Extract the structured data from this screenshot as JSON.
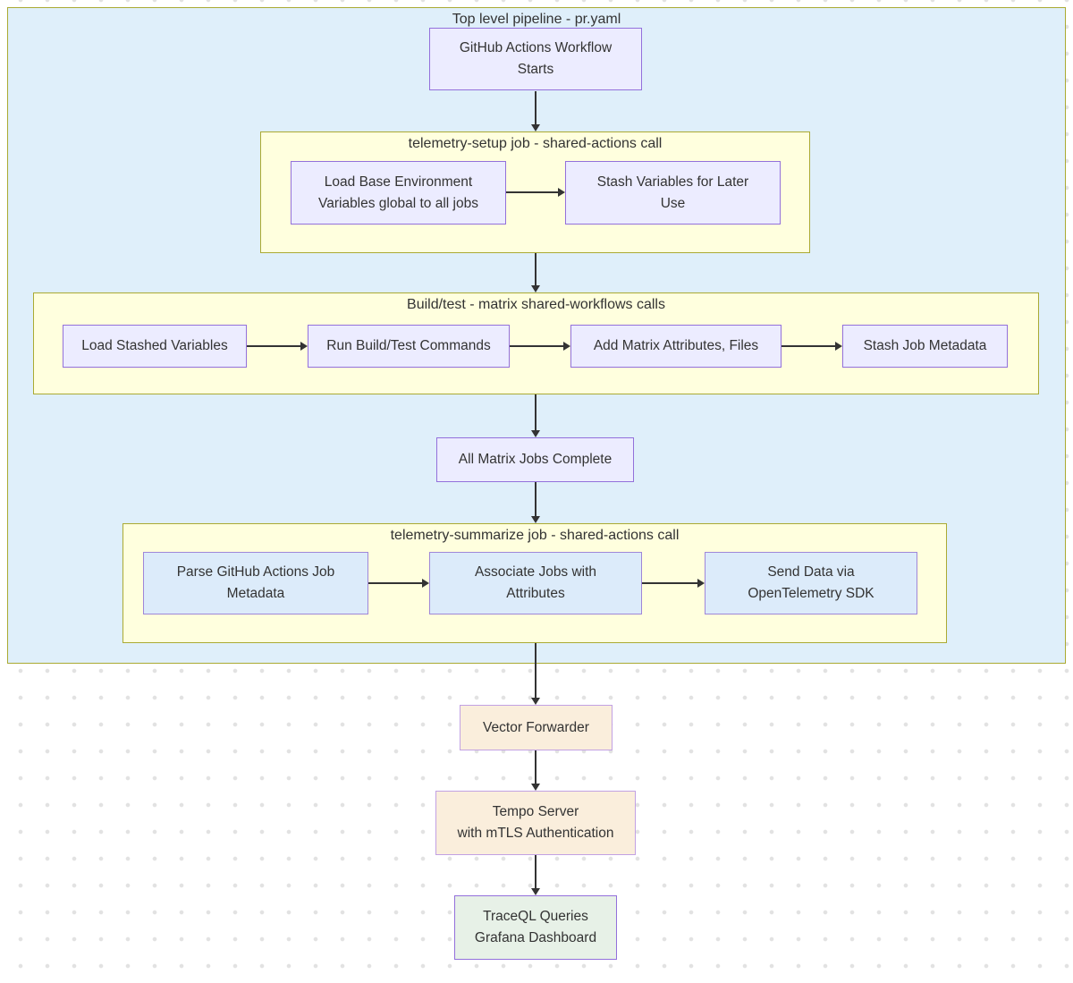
{
  "colors": {
    "canvas_bg": "#ffffff",
    "dot": "#e2e2e2",
    "outer_fill": "#dfeffa",
    "cluster_border": "#aaaa33",
    "subgraph_fill": "#ffffde",
    "node_lavender_fill": "#ececff",
    "node_lavender_border": "#9370db",
    "node_blue_fill": "#dcebfa",
    "node_blue_border": "#9f86d8",
    "node_peach_fill": "#faeedc",
    "node_peach_border": "#c2a1e3",
    "node_green_fill": "#e7f1e7",
    "node_green_border": "#9370db",
    "edge": "#333333",
    "text": "#333333"
  },
  "pipeline": {
    "title": "Top level pipeline - pr.yaml",
    "start_node": "GitHub Actions Workflow\nStarts",
    "setup": {
      "title": "telemetry-setup job - shared-actions call",
      "load_base": "Load Base Environment\nVariables global to all jobs",
      "stash_vars": "Stash Variables for Later\nUse"
    },
    "build": {
      "title": "Build/test - matrix shared-workflows calls",
      "load_stashed": "Load Stashed Variables",
      "run_build": "Run Build/Test Commands",
      "add_matrix": "Add Matrix Attributes, Files",
      "stash_meta": "Stash Job Metadata"
    },
    "all_matrix": "All Matrix Jobs Complete",
    "summarize": {
      "title": "telemetry-summarize job - shared-actions call",
      "parse": "Parse GitHub Actions Job\nMetadata",
      "associate": "Associate Jobs with\nAttributes",
      "send": "Send Data via\nOpenTelemetry SDK"
    },
    "vector": "Vector Forwarder",
    "tempo": "Tempo Server\nwith mTLS Authentication",
    "traceql": "TraceQL Queries\nGrafana Dashboard"
  }
}
